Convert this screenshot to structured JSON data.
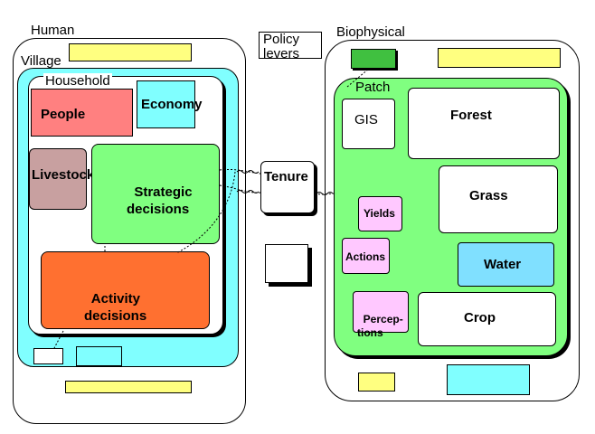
{
  "columns": {
    "human": "Human",
    "policy": "Policy\nlevers",
    "biophysical": "Biophysical"
  },
  "human": {
    "village": "Village",
    "household": "Household",
    "people": "People",
    "economy": "Economy",
    "livestock": "Livestock",
    "strategic": "Strategic\ndecisions",
    "activity": "Activity\ndecisions"
  },
  "policy": {
    "tenure": "Tenure"
  },
  "biophysical": {
    "patch": "Patch",
    "gis": "GIS",
    "forest": "Forest",
    "grass": "Grass",
    "water": "Water",
    "crop": "Crop",
    "yields": "Yields",
    "actions": "Actions",
    "perceptions": "Percep-\ntions"
  },
  "colors": {
    "yellow": "#ffff80",
    "cyan": "#80ffff",
    "people": "#ff8080",
    "economy": "#80ffff",
    "livestock": "#c8a0a0",
    "strategic": "#80ff80",
    "activity": "#ff7030",
    "patch": "#80ff80",
    "pink": "#ffc8ff",
    "water": "#80e0ff",
    "darkgreen": "#40c040"
  }
}
